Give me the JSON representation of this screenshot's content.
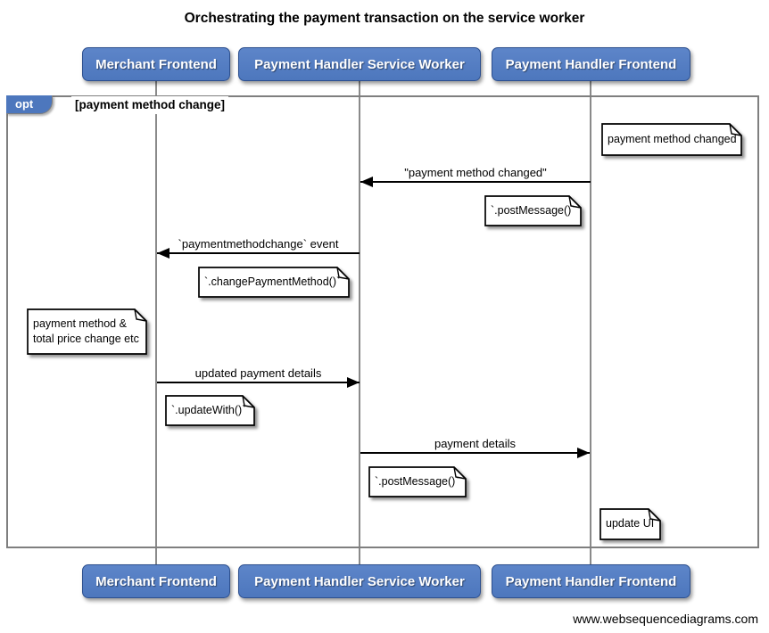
{
  "title": "Orchestrating the payment transaction on the service worker",
  "actors": [
    {
      "label": "Merchant Frontend"
    },
    {
      "label": "Payment Handler Service Worker"
    },
    {
      "label": "Payment Handler Frontend"
    }
  ],
  "fragment": {
    "operator": "opt",
    "guard": "[payment method change]"
  },
  "messages": [
    {
      "label": "\"payment method changed\"",
      "from": "Payment Handler Frontend",
      "to": "Payment Handler Service Worker",
      "direction": "left"
    },
    {
      "label": "`paymentmethodchange` event",
      "from": "Payment Handler Service Worker",
      "to": "Merchant Frontend",
      "direction": "left"
    },
    {
      "label": "updated payment details",
      "from": "Merchant Frontend",
      "to": "Payment Handler Service Worker",
      "direction": "right"
    },
    {
      "label": "payment details",
      "from": "Payment Handler Service Worker",
      "to": "Payment Handler Frontend",
      "direction": "right"
    }
  ],
  "notes": [
    {
      "text": "payment method changed"
    },
    {
      "text": "`.postMessage()`"
    },
    {
      "text": "`.changePaymentMethod()`"
    },
    {
      "text": "payment method &\ntotal price change etc"
    },
    {
      "text": "`.updateWith()`"
    },
    {
      "text": "`.postMessage()`"
    },
    {
      "text": "update UI"
    }
  ],
  "footer": "www.websequencediagrams.com",
  "colors": {
    "actor_fill": "#4d77bd",
    "actor_fill_light": "#5d85c9",
    "actor_border": "#2c4f8e",
    "actor_text": "#ffffff",
    "frame_border": "#7f7f7f",
    "lifeline": "#8a8a8a",
    "note_fill": "#ffffff",
    "note_border": "#000000",
    "text": "#000000"
  }
}
